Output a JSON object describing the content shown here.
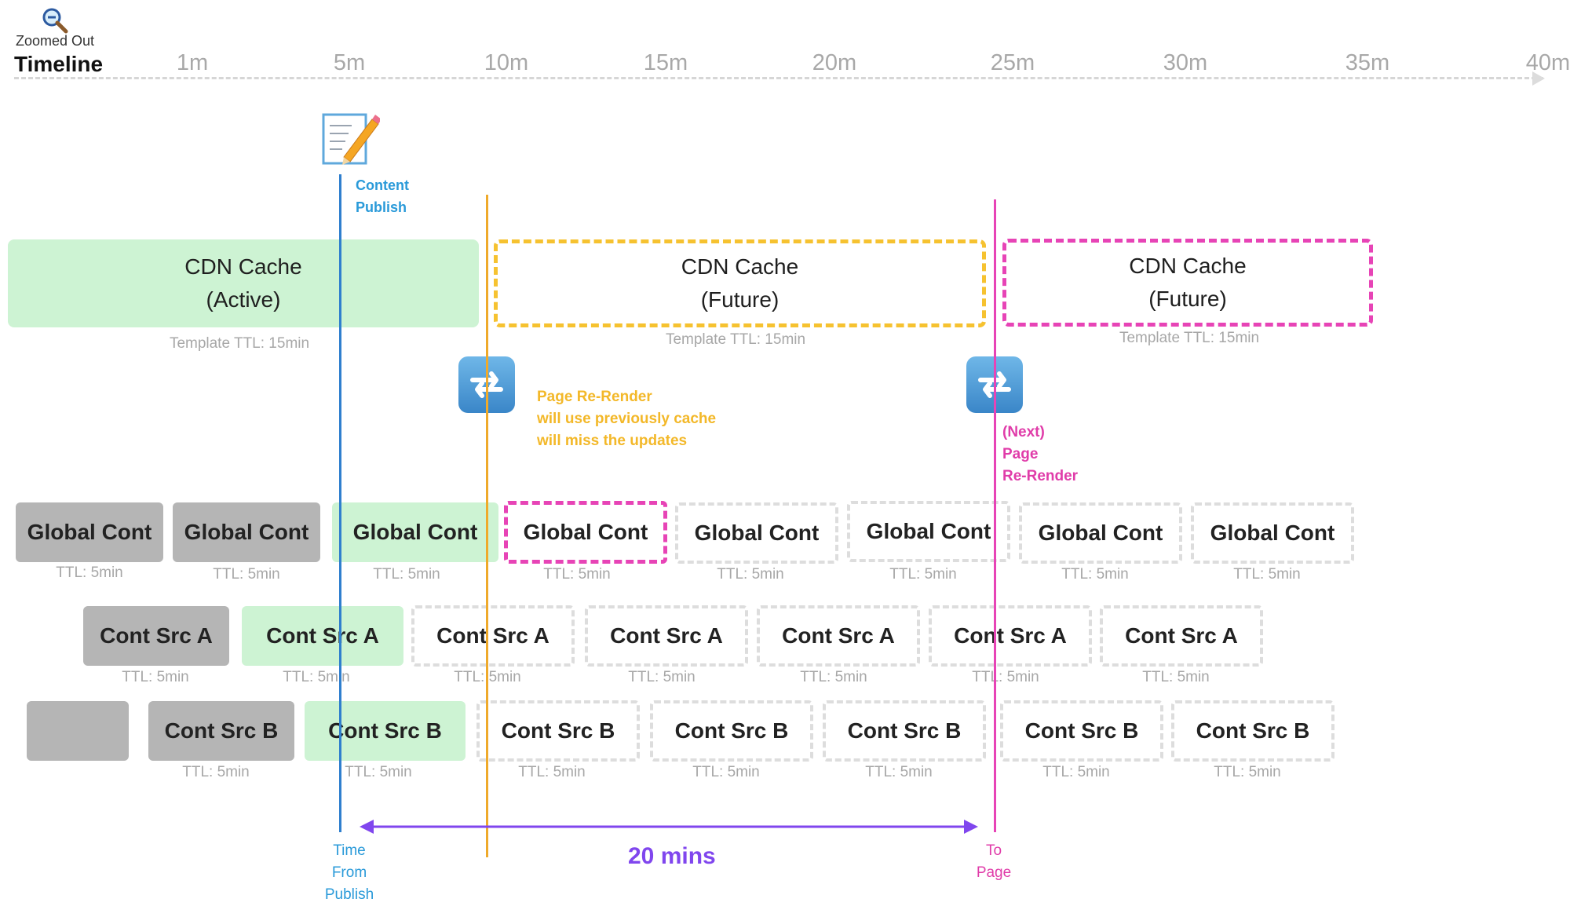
{
  "header": {
    "zoom_label": "Zoomed Out",
    "title": "Timeline",
    "ticks": [
      "1m",
      "5m",
      "10m",
      "15m",
      "20m",
      "25m",
      "30m",
      "35m",
      "40m"
    ]
  },
  "content_publish": {
    "label_line1": "Content",
    "label_line2": "Publish"
  },
  "cdn_caches": [
    {
      "line1": "CDN Cache",
      "line2": "(Active)",
      "ttl": "Template TTL: 15min"
    },
    {
      "line1": "CDN Cache",
      "line2": "(Future)",
      "ttl": "Template TTL: 15min"
    },
    {
      "line1": "CDN Cache",
      "line2": "(Future)",
      "ttl": "Template TTL: 15min"
    }
  ],
  "rerender_notes": {
    "first": [
      "Page Re-Render",
      "will use previously cache",
      "will miss the updates"
    ],
    "next": [
      "(Next)",
      "Page",
      "Re-Render"
    ]
  },
  "rows": {
    "global": {
      "label": "Global Cont",
      "ttl": "TTL: 5min"
    },
    "src_a": {
      "label": "Cont Src A",
      "ttl": "TTL: 5min"
    },
    "src_b": {
      "label": "Cont Src B",
      "ttl": "TTL: 5min"
    }
  },
  "bottom": {
    "time_from": [
      "Time",
      "From",
      "Publish"
    ],
    "duration": "20 mins",
    "to_page": [
      "To",
      "Page"
    ]
  },
  "colors": {
    "publish_line": "#2f7fce",
    "rerender_line": "#efaa2b",
    "next_rerender_line": "#e744b6",
    "duration_arrow": "#8046ee",
    "active_green": "#cdf3d3",
    "expired_gray": "#b5b5b5"
  },
  "icons": {
    "zoom": "magnifier-minus-icon",
    "publish": "memo-pencil-icon",
    "rerender": "refresh-arrows-icon"
  }
}
